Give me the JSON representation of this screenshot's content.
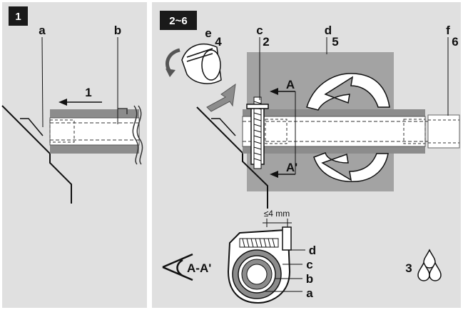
{
  "left_panel": {
    "badge": "1",
    "labels": {
      "a": "a",
      "b": "b"
    },
    "step": "1"
  },
  "right_panel": {
    "badge": "2~6",
    "labels": {
      "e": "e",
      "c": "c",
      "d": "d",
      "f": "f"
    },
    "steps": {
      "s2": "2",
      "s3": "3",
      "s4": "4",
      "s5": "5",
      "s6": "6"
    },
    "section_marks": {
      "top": "A",
      "bottom": "A'"
    },
    "detail": {
      "dimension": "≤4 mm",
      "view": "A-A'",
      "labels": {
        "d": "d",
        "c": "c",
        "b": "b",
        "a": "a"
      }
    }
  },
  "colors": {
    "panel_bg": "#e0e0e0",
    "insulation": "#8c8c8c",
    "tape": "#a3a3a3",
    "badge": "#1a1a1a"
  }
}
